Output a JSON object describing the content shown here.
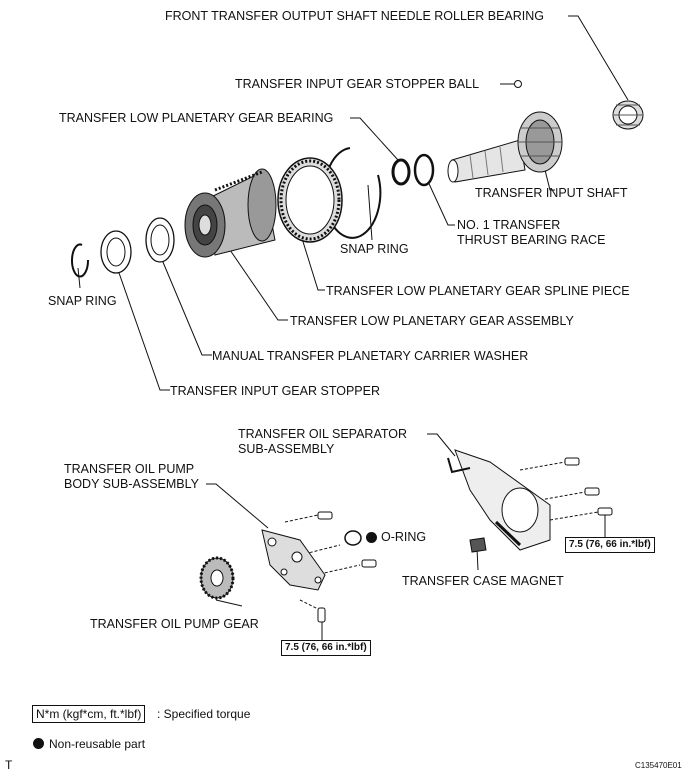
{
  "labels": {
    "front_bearing": "FRONT TRANSFER OUTPUT SHAFT NEEDLE ROLLER BEARING",
    "stopper_ball": "TRANSFER INPUT GEAR STOPPER BALL",
    "low_planetary_bearing": "TRANSFER LOW PLANETARY GEAR BEARING",
    "input_shaft": "TRANSFER INPUT SHAFT",
    "thrust_race_line1": "NO. 1 TRANSFER",
    "thrust_race_line2": "THRUST BEARING RACE",
    "snap_ring_upper": "SNAP RING",
    "snap_ring_left": "SNAP RING",
    "spline_piece": "TRANSFER LOW PLANETARY GEAR SPLINE PIECE",
    "planetary_assembly": "TRANSFER LOW PLANETARY GEAR ASSEMBLY",
    "carrier_washer": "MANUAL TRANSFER PLANETARY CARRIER WASHER",
    "input_gear_stopper": "TRANSFER INPUT GEAR STOPPER",
    "oil_separator_line1": "TRANSFER OIL SEPARATOR",
    "oil_separator_line2": "SUB-ASSEMBLY",
    "oil_pump_body_line1": "TRANSFER OIL PUMP",
    "oil_pump_body_line2": "BODY SUB-ASSEMBLY",
    "o_ring": "O-RING",
    "case_magnet": "TRANSFER CASE MAGNET",
    "oil_pump_gear": "TRANSFER OIL PUMP GEAR"
  },
  "torque": {
    "right": "7.5 (76, 66 in.*lbf)",
    "bottom": "7.5 (76, 66 in.*lbf)"
  },
  "legend": {
    "torque_box": "N*m (kgf*cm, ft.*lbf)",
    "torque_text": ": Specified torque",
    "nonreusable_text": "Non-reusable part"
  },
  "footer": {
    "code": "C135470E01",
    "mark": "T"
  }
}
